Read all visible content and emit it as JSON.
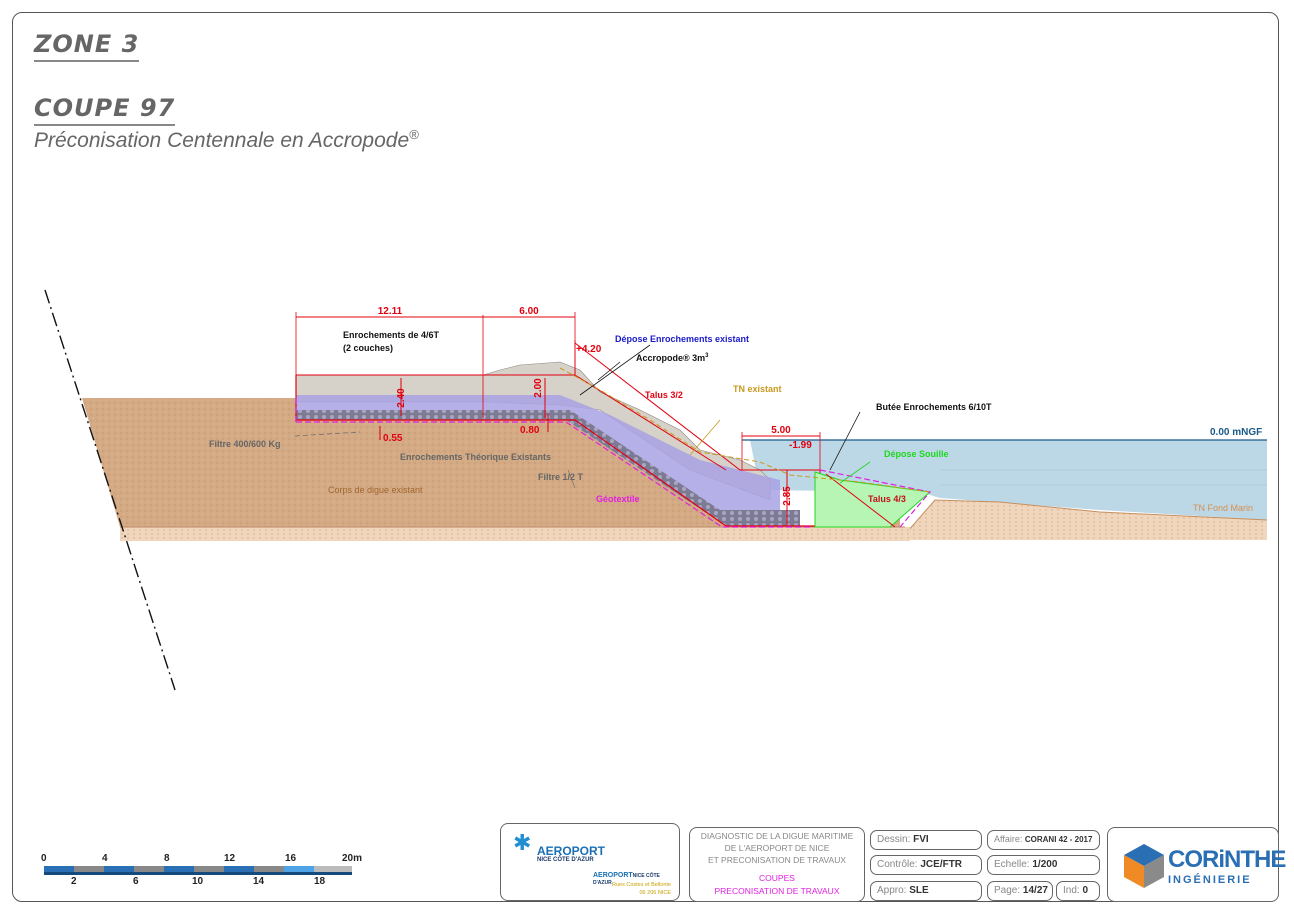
{
  "header": {
    "zone": "ZONE 3",
    "coupe": "COUPE 97",
    "subtitle": "Préconisation Centennale en Accropode",
    "subtitle_mark": "®"
  },
  "drawing": {
    "dim_crest_width": "12.11",
    "dim_slope_width": "6.00",
    "dim_toe_width": "5.00",
    "level_crest": "+4.20",
    "level_toe": "-1.99",
    "level_sea": "0.00 mNGF",
    "thick_240": "2.40",
    "thick_200": "2.00",
    "thick_285": "2.85",
    "thick_055": "0.55",
    "thick_080": "0.80",
    "lbl_enroch_4_6": "Enrochements de 4/6T",
    "lbl_2_couches": "(2 couches)",
    "lbl_depose_enroch": "Dépose Enrochements existant",
    "lbl_accropode": "Accropode® 3m",
    "lbl_accropode_sup": "3",
    "lbl_talus_32": "Talus 3/2",
    "lbl_tn_existant": "TN existant",
    "lbl_butee": "Butée Enrochements 6/10T",
    "lbl_depose_souille": "Dépose Souille",
    "lbl_talus_43": "Talus 4/3",
    "lbl_tn_fond": "TN Fond Marin",
    "lbl_filtre_400": "Filtre 400/600 Kg",
    "lbl_enroch_theo": "Enrochements Théorique Existants",
    "lbl_filtre_12": "Filtre 1/2 T",
    "lbl_geotextile": "Géotextile",
    "lbl_corps": "Corps de digue existant"
  },
  "scale": {
    "top_labels": [
      "0",
      "4",
      "8",
      "12",
      "16",
      "20m"
    ],
    "bottom_labels": [
      "2",
      "6",
      "10",
      "14",
      "18"
    ]
  },
  "cartouche": {
    "client_logo_main": "AEROPORT",
    "client_logo_sub": "NICE CÔTE D'AZUR",
    "client_logo2": "AEROPORT",
    "client_logo2_suffix": "NICE CÔTE D'AZUR",
    "client_addr1": "Rues Costes et Bellonte",
    "client_addr2": "06 206 NICE",
    "desc1": "DIAGNOSTIC DE LA DIGUE MARITIME",
    "desc2": "DE L'AEROPORT DE NICE",
    "desc3": "ET PRECONISATION DE TRAVAUX",
    "desc4": "COUPES",
    "desc5": "PRECONISATION DE TRAVAUX",
    "dessin_label": "Dessin:",
    "dessin_value": "FVI",
    "controle_label": "Contrôle:",
    "controle_value": "JCE/FTR",
    "appro_label": "Appro:",
    "appro_value": "SLE",
    "affaire_label": "Affaire:",
    "affaire_value": "CORANI 42 - 2017",
    "echelle_label": "Echelle:",
    "echelle_value": "1/200",
    "page_label": "Page:",
    "page_value": "14/27",
    "ind_label": "Ind:",
    "ind_value": "0",
    "company_logo_main": "CORiNTHE",
    "company_logo_sub": "INGÉNIERIE"
  },
  "colors": {
    "sand": "#cfa17c",
    "water": "#bcd7e6",
    "rock_fill": "#a9a2e4",
    "red": "#e3000f",
    "blue_text": "#1a1acc",
    "green": "#1fd81f",
    "magenta": "#e020e0",
    "orange_text": "#c07020"
  }
}
